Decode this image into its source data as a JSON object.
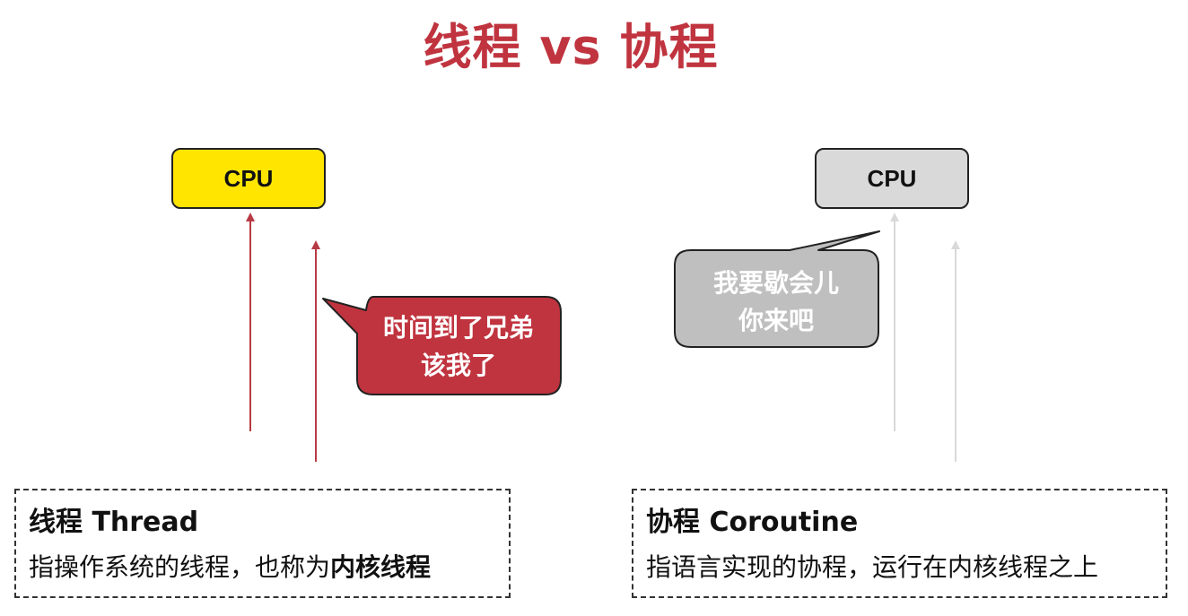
{
  "title": "线程 vs 协程",
  "thread_side": {
    "cpu_label": "CPU",
    "bubble_line1": "时间到了兄弟",
    "bubble_line2": "该我了",
    "heading": "线程 Thread",
    "desc_prefix": "指操作系统的线程，也称为",
    "desc_bold": "内核线程",
    "colors": {
      "cpu_fill": "#ffe500",
      "arrow": "#b83a44",
      "bubble": "#c0343f"
    }
  },
  "coroutine_side": {
    "cpu_label": "CPU",
    "bubble_line1": "我要歇会儿",
    "bubble_line2": "你来吧",
    "heading": "协程 Coroutine",
    "desc": "指语言实现的协程，运行在内核线程之上",
    "colors": {
      "cpu_fill": "#d9d9d9",
      "arrow": "#d9d9d9",
      "bubble": "#bfbfbf"
    }
  }
}
